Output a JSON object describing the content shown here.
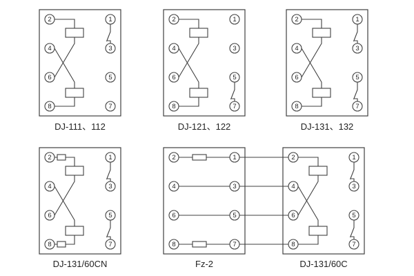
{
  "page": {
    "background": "#ffffff",
    "line_color": "#3f3f3f",
    "text_color": "#222222"
  },
  "diagrams": [
    {
      "label": "DJ-111、112",
      "left_terminals": [
        "2",
        "4",
        "6",
        "8"
      ],
      "right_terminals": [
        "1",
        "3",
        "5",
        "7"
      ]
    },
    {
      "label": "DJ-121、122",
      "left_terminals": [
        "2",
        "4",
        "6",
        "8"
      ],
      "right_terminals": [
        "1",
        "3",
        "5",
        "7"
      ]
    },
    {
      "label": "DJ-131、132",
      "left_terminals": [
        "2",
        "4",
        "6",
        "8"
      ],
      "right_terminals": [
        "1",
        "3",
        "5",
        "7"
      ]
    },
    {
      "label": "DJ-131/60CN",
      "left_terminals": [
        "2",
        "4",
        "6",
        "8"
      ],
      "right_terminals": [
        "1",
        "3",
        "5",
        "7"
      ]
    },
    {
      "label": "Fz-2",
      "left_terminals": [
        "2",
        "4",
        "6",
        "8"
      ],
      "right_terminals": [
        "1",
        "3",
        "5",
        "7"
      ]
    },
    {
      "label": "DJ-131/60C",
      "left_terminals": [
        "2",
        "4",
        "6",
        "8"
      ],
      "right_terminals": [
        "1",
        "3",
        "5",
        "7"
      ]
    }
  ]
}
